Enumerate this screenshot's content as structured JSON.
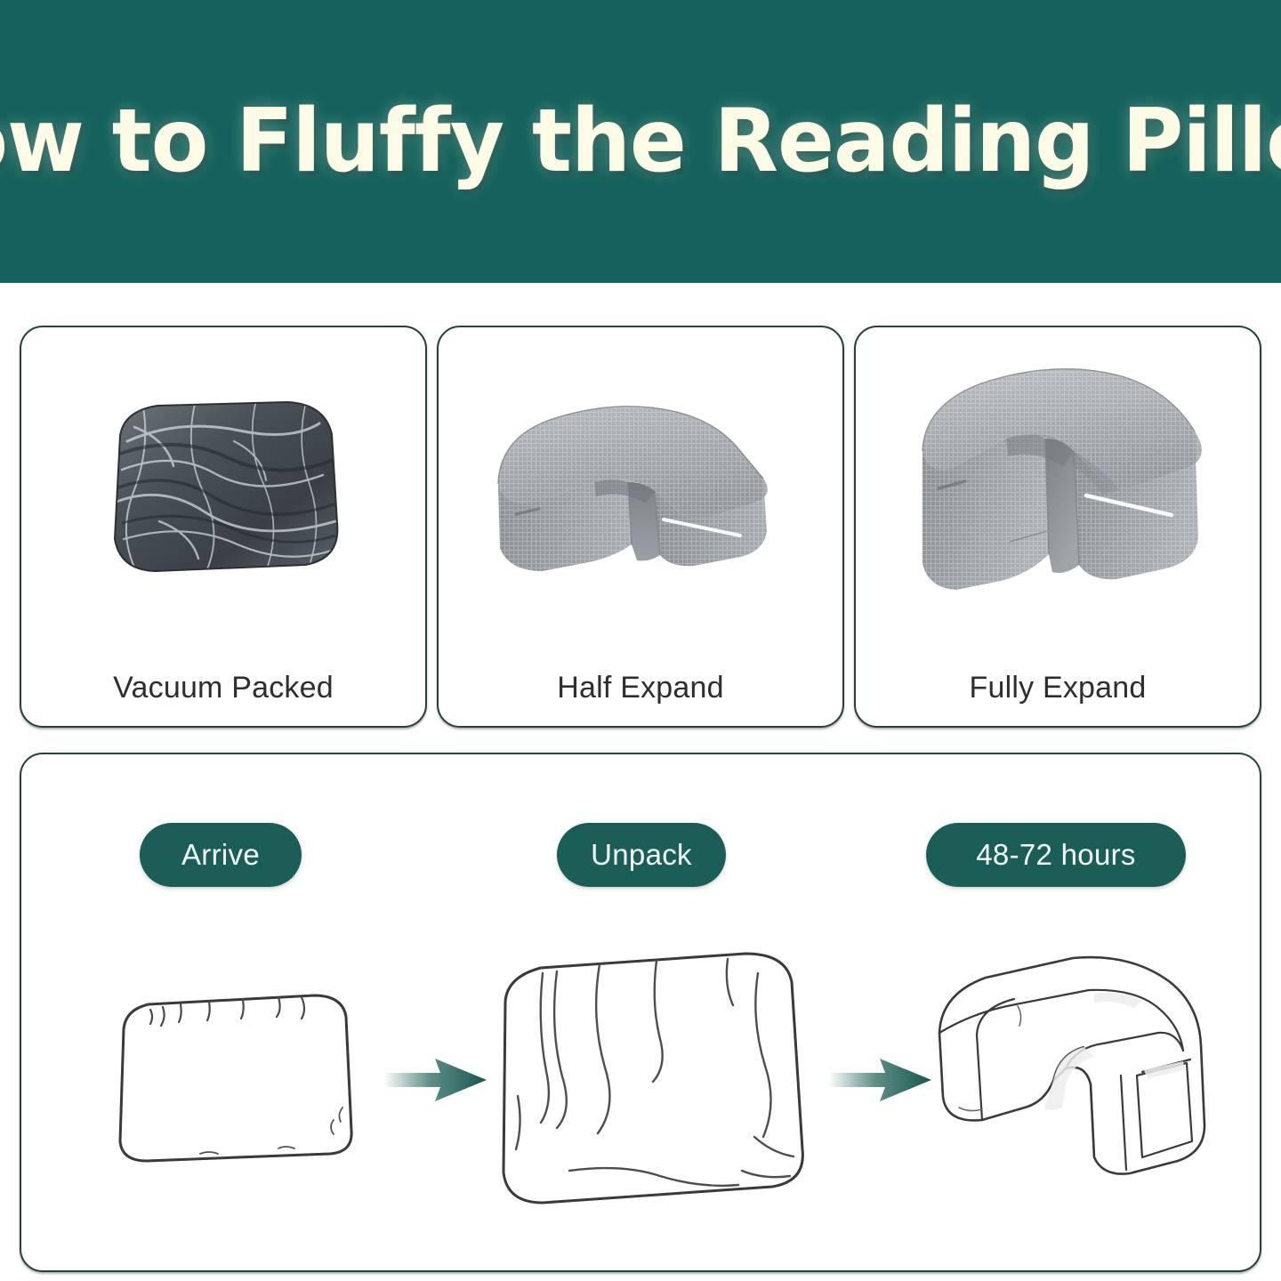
{
  "header": {
    "title": "How to Fluffy the Reading Pillow",
    "background_color": "#15615d",
    "title_color": "#fbfbe6"
  },
  "theme": {
    "teal": "#15615d",
    "pill_teal": "#1b5e58",
    "card_border": "#24403c",
    "label_text": "#2e2e2e",
    "page_background": "#ffffff",
    "arrow_color": "#1b5e55"
  },
  "stage_cards": [
    {
      "label": "Vacuum Packed",
      "figure": "vacuum-packed-bag-photo"
    },
    {
      "label": "Half Expand",
      "figure": "half-expanded-u-pillow-photo"
    },
    {
      "label": "Fully Expand",
      "figure": "fully-expanded-u-pillow-photo"
    }
  ],
  "timeline": {
    "steps": [
      {
        "pill_label": "Arrive",
        "figure": "compressed-package-line-drawing"
      },
      {
        "pill_label": "Unpack",
        "figure": "unpacked-pillow-line-drawing"
      },
      {
        "pill_label": "48-72 hours",
        "figure": "fully-lofted-u-pillow-line-drawing"
      }
    ],
    "arrows": [
      {
        "name": "arrow-right-1"
      },
      {
        "name": "arrow-right-2"
      }
    ]
  }
}
